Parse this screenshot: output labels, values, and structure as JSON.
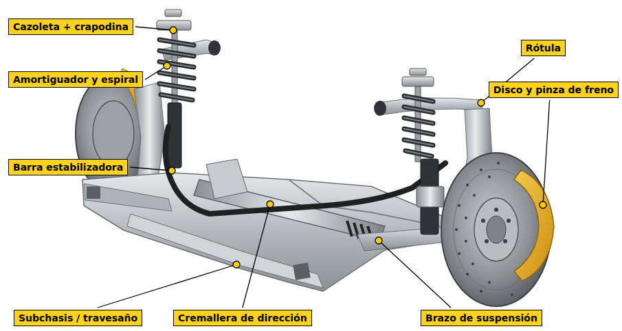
{
  "diagram": {
    "nodes": [
      {
        "text": [
          "Cazoleta + crapodina"
        ]
      },
      {
        "text": [
          "Rótula"
        ]
      },
      {
        "text": [
          "Amortiguador y espiral"
        ]
      },
      {
        "text": [
          "Disco y pinza de freno"
        ]
      },
      {
        "text": [
          "Barra estabilizadora"
        ]
      },
      {
        "text": [
          "Subchasis / travesaño"
        ]
      },
      {
        "text": [
          "Cremallera de dirección"
        ]
      },
      {
        "text": [
          "Brazo de suspensión"
        ]
      }
    ]
  }
}
